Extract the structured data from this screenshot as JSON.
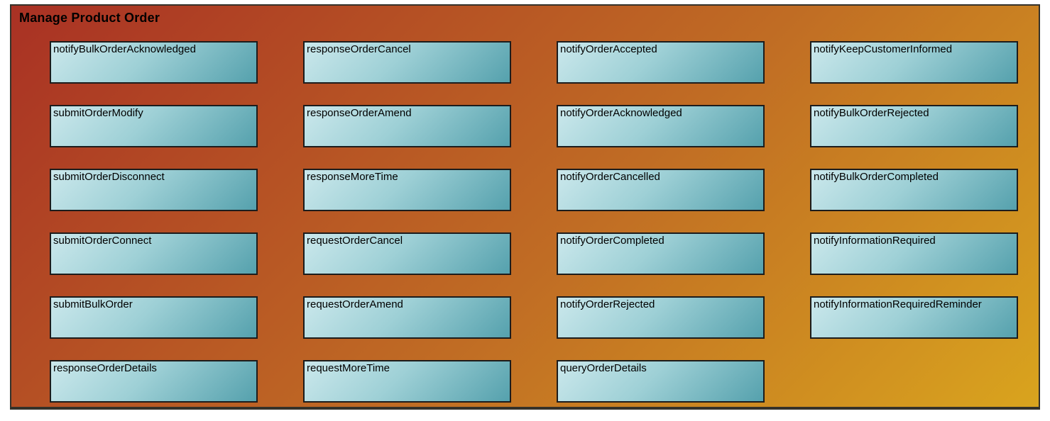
{
  "diagram": {
    "title": "Manage Product Order",
    "colors": {
      "background_gradient_start": "#a93124",
      "background_gradient_mid": "#c06c24",
      "background_gradient_end": "#d9a41e",
      "frame_border": "#35322a",
      "box_border": "#1c1c1c",
      "box_gradient_light": "#cbe8ec",
      "box_gradient_mid": "#9ed0d6",
      "box_gradient_dark": "#55a1ad",
      "text": "#000000"
    },
    "columns": [
      {
        "items": [
          "notifyBulkOrderAcknowledged",
          "submitOrderModify",
          "submitOrderDisconnect",
          "submitOrderConnect",
          "submitBulkOrder",
          "responseOrderDetails"
        ]
      },
      {
        "items": [
          "responseOrderCancel",
          "responseOrderAmend",
          "responseMoreTime",
          "requestOrderCancel",
          "requestOrderAmend",
          "requestMoreTime"
        ]
      },
      {
        "items": [
          "notifyOrderAccepted",
          "notifyOrderAcknowledged",
          "notifyOrderCancelled",
          "notifyOrderCompleted",
          "notifyOrderRejected",
          "queryOrderDetails"
        ]
      },
      {
        "items": [
          "notifyKeepCustomerInformed",
          "notifyBulkOrderRejected",
          "notifyBulkOrderCompleted",
          "notifyInformationRequired",
          "notifyInformationRequiredReminder"
        ]
      }
    ]
  }
}
